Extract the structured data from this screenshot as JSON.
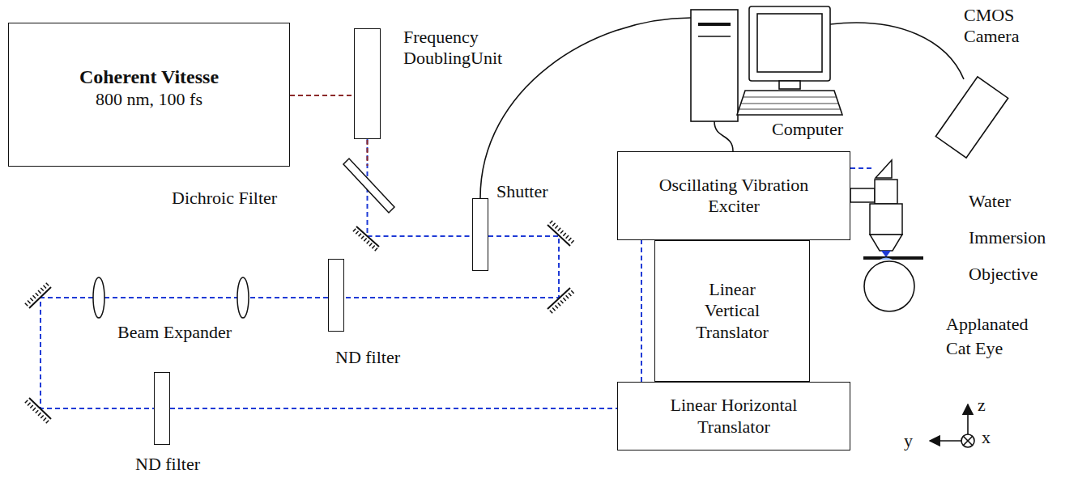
{
  "diagram": {
    "nodes": [
      {
        "text": [
          "Coherent Vitesse",
          "800 nm, 100 fs"
        ]
      },
      {
        "text": [
          "Frequency DoublingUnit"
        ]
      },
      {
        "text": [
          "Shutter"
        ]
      },
      {
        "text": [
          "ND filter"
        ]
      },
      {
        "text": [
          "ND filter"
        ]
      },
      {
        "text": [
          "Oscillating Vibration Exciter"
        ]
      },
      {
        "text": [
          "Linear Vertical Translator"
        ]
      },
      {
        "text": [
          "Linear Horizontal Translator"
        ]
      }
    ],
    "edges": [
      {
        "from": 0,
        "to": 1,
        "arrow": "none"
      },
      {
        "from": 1,
        "to": 2,
        "arrow": "none"
      },
      {
        "from": 2,
        "to": 3,
        "arrow": "none"
      },
      {
        "from": 3,
        "to": 4,
        "arrow": "none"
      },
      {
        "from": 4,
        "to": 7,
        "arrow": "none"
      },
      {
        "from": 7,
        "to": 5,
        "arrow": "none"
      }
    ],
    "labels": [
      "Computer",
      "CMOS Camera",
      "Dichroic Filter",
      "Beam Expander",
      "Water Immersion Objective",
      "Applanated Cat Eye",
      "z",
      "y",
      "x"
    ]
  }
}
